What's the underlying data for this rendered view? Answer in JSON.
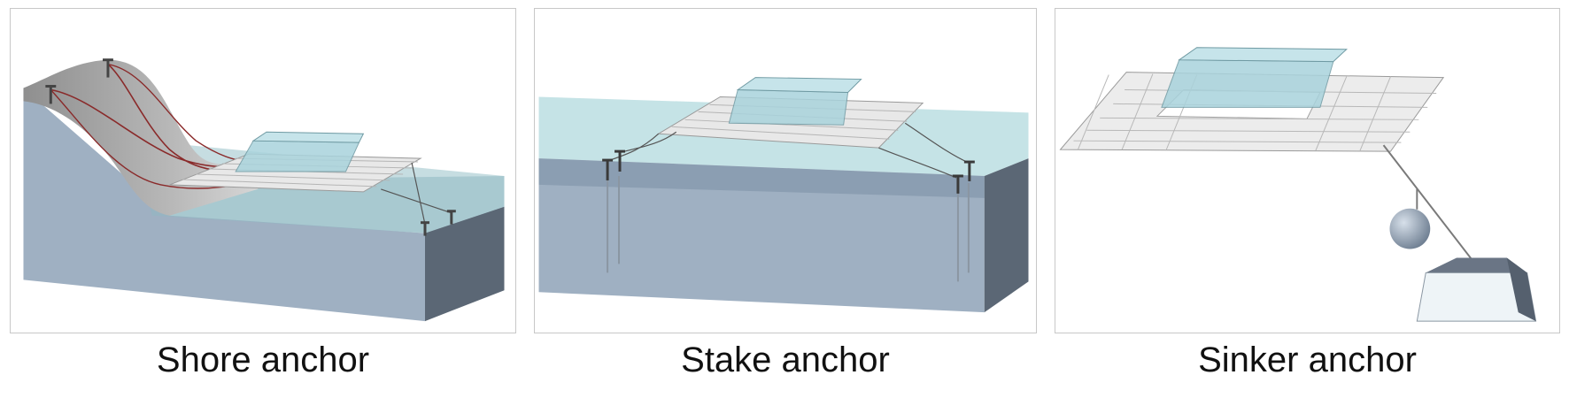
{
  "figure": {
    "panels": [
      {
        "caption": "Shore anchor"
      },
      {
        "caption": "Stake anchor"
      },
      {
        "caption": "Sinker anchor"
      }
    ]
  }
}
